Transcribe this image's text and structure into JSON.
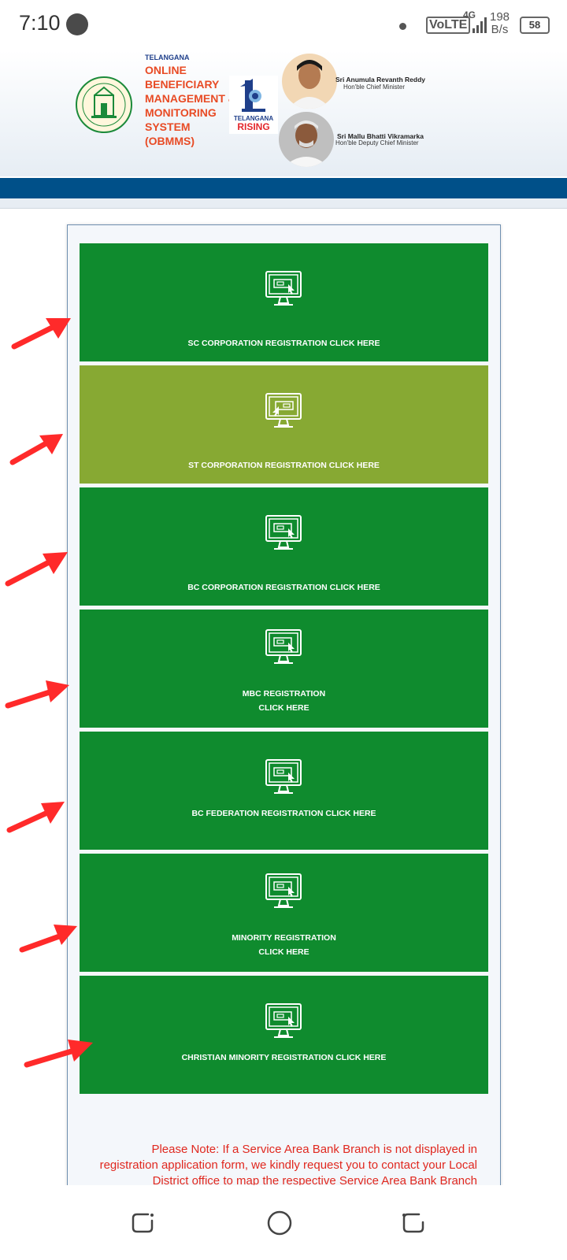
{
  "status_bar": {
    "time": "7:10",
    "network": "VoLTE",
    "network_gen": "4G",
    "speed_value": "198",
    "speed_unit": "B/s",
    "battery": "58"
  },
  "header": {
    "state_label": "TELANGANA",
    "title_lines": [
      "ONLINE",
      "BENEFICIARY",
      "MANAGEMENT &",
      "MONITORING",
      "SYSTEM",
      "(OBMMS)"
    ],
    "rising_small": "TELANGANA",
    "rising_big": "RISING",
    "officials": [
      {
        "name": "Sri Anumula Revanth Reddy",
        "role": "Hon'ble Chief Minister"
      },
      {
        "name": "Sri Mallu Bhatti Vikramarka",
        "role": "Hon'ble Deputy Chief Minister"
      }
    ]
  },
  "tiles": [
    {
      "lines": [
        "SC CORPORATION REGISTRATION CLICK HERE"
      ],
      "color": "#0f8b2e"
    },
    {
      "lines": [
        "ST CORPORATION REGISTRATION CLICK HERE"
      ],
      "color": "#87a933"
    },
    {
      "lines": [
        "BC CORPORATION REGISTRATION CLICK HERE"
      ],
      "color": "#0f8b2e"
    },
    {
      "lines": [
        "MBC REGISTRATION",
        "CLICK HERE"
      ],
      "color": "#0f8b2e"
    },
    {
      "lines": [
        "BC FEDERATION REGISTRATION CLICK HERE"
      ],
      "color": "#0f8b2e"
    },
    {
      "lines": [
        "MINORITY REGISTRATION",
        "CLICK HERE"
      ],
      "color": "#0f8b2e"
    },
    {
      "lines": [
        "CHRISTIAN MINORITY REGISTRATION CLICK HERE"
      ],
      "color": "#0f8b2e"
    }
  ],
  "note": {
    "text": "Please Note: If a Service Area Bank Branch is not displayed in registration application form, we kindly request you to contact your Local District office to map the respective Service Area Bank Branch"
  },
  "colors": {
    "tile_green": "#0f8b2e",
    "tile_olive": "#87a933",
    "header_band": "#005089",
    "title_orange": "#e84b25",
    "note_red": "#e0281f",
    "arrow_red": "#ff2a2a"
  }
}
